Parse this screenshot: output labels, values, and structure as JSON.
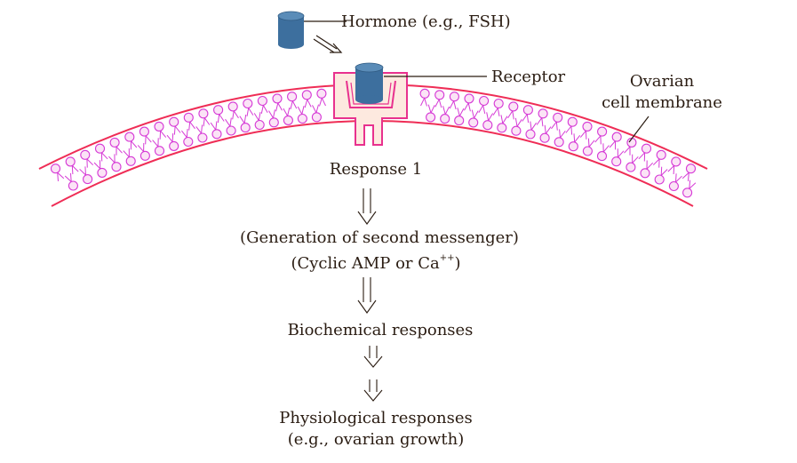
{
  "labels": {
    "hormone": "Hormone (e.g., FSH)",
    "receptor": "Receptor",
    "membrane_line1": "Ovarian",
    "membrane_line2": "cell membrane",
    "response1": "Response 1",
    "second_messenger_line1": "(Generation of second messenger)",
    "second_messenger_line2": "(Cyclic AMP or Ca",
    "second_messenger_sup": "++",
    "second_messenger_close": ")",
    "biochemical": "Biochemical responses",
    "physiological_line1": "Physiological responses",
    "physiological_line2": "(e.g., ovarian growth)"
  },
  "colors": {
    "membrane": "#ef2d56",
    "lipid": "#d63ad6",
    "receptor_fill": "#fde9df",
    "receptor_stroke": "#e8318e",
    "hormone": "#3d6f9e",
    "text": "#2a1c12"
  }
}
